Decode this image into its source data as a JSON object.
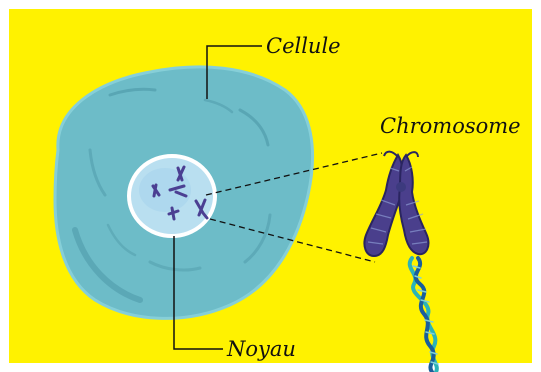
{
  "labels": {
    "cell": "Cellule",
    "chromosome": "Chromosome",
    "nucleus": "Noyau"
  },
  "colors": {
    "background": "#fff200",
    "cell_fill": "#6dbcc8",
    "cell_edge": "#86cfd8",
    "cell_shade": "#4d98a7",
    "nucleus_fill": "#b9dff0",
    "nucleus_ring": "#ffffff",
    "chromosome": "#3c3a7e",
    "dna_teal": "#2bb3b8",
    "dna_blue": "#1a5e9b"
  }
}
